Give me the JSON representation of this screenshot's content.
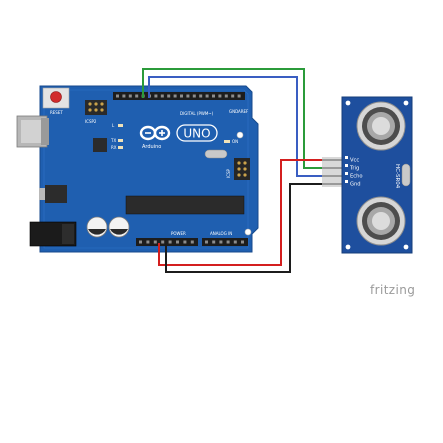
{
  "board": {
    "brand": "Arduino",
    "model": "UNO",
    "reset": "RESET",
    "icsp": "ICSP",
    "icsp2": "ICSP2",
    "digital": "DIGITAL (PWM~)",
    "tx": "TX",
    "rx": "RX",
    "l": "L",
    "on": "ON",
    "power": "POWER",
    "analog": "ANALOG IN",
    "aref": "AREF",
    "gnd": "GND"
  },
  "sensor": {
    "model": "HC-SR04",
    "pins": [
      "Vcc",
      "Trig",
      "Echo",
      "Gnd"
    ]
  },
  "wires": {
    "vcc_color": "#d41f1f",
    "trig_color": "#2b9b3a",
    "echo_color": "#3a5ec2",
    "gnd_color": "#1c1c1c"
  },
  "footer": {
    "credit": "fritzing"
  }
}
